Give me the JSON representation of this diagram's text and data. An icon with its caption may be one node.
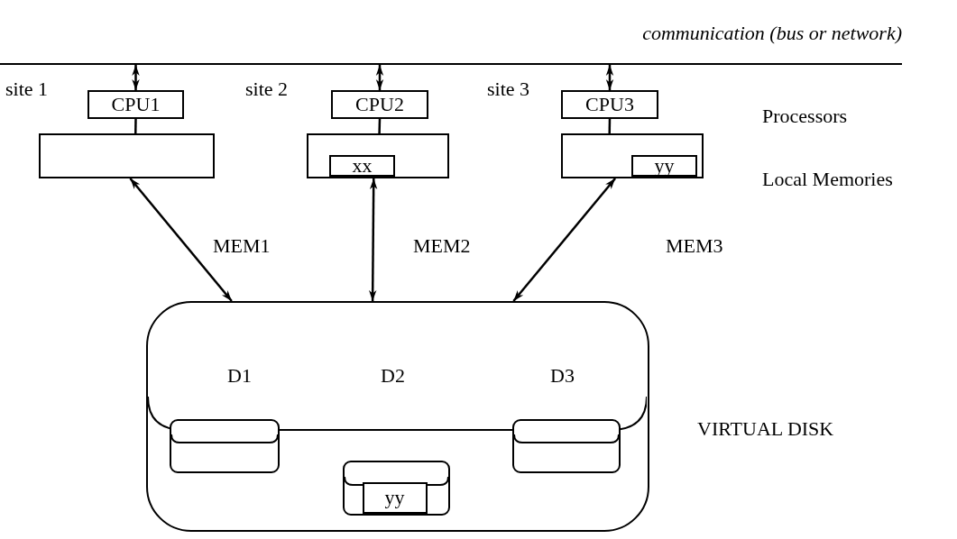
{
  "diagram": {
    "nodes": [
      {
        "text": [
          "communication (bus or network)"
        ]
      },
      {
        "text": [
          "CPU1"
        ]
      },
      {
        "text": [
          "CPU2"
        ]
      },
      {
        "text": [
          "CPU3"
        ]
      },
      {
        "text": [],
        "shape": "box"
      },
      {
        "text": [],
        "shape": "box"
      },
      {
        "text": [
          "xx"
        ],
        "in": 5
      },
      {
        "text": [],
        "shape": "box"
      },
      {
        "text": [
          "yy"
        ],
        "in": 7
      },
      {
        "text": [
          "D1",
          "D2",
          "D3"
        ],
        "beside": [
          "VIRTUAL DISK"
        ]
      },
      {
        "text": [],
        "shape": "cylinder",
        "in": 9
      },
      {
        "text": [],
        "shape": "cylinder",
        "in": 9
      },
      {
        "text": [],
        "shape": "cylinder",
        "in": 9
      },
      {
        "text": [
          "yy"
        ],
        "in": 12
      }
    ],
    "edges": [
      {
        "from": 0,
        "to": 1,
        "arrow": "both"
      },
      {
        "from": 0,
        "to": 2,
        "arrow": "both"
      },
      {
        "from": 0,
        "to": 3,
        "arrow": "both"
      },
      {
        "from": 1,
        "to": 4,
        "arrow": "none"
      },
      {
        "from": 2,
        "to": 5,
        "arrow": "none"
      },
      {
        "from": 3,
        "to": 7,
        "arrow": "none"
      },
      {
        "from": 4,
        "to": 9,
        "arrow": "both",
        "label": "MEM1"
      },
      {
        "from": 5,
        "to": 9,
        "arrow": "both",
        "label": "MEM2"
      },
      {
        "from": 7,
        "to": 9,
        "arrow": "both",
        "label": "MEM3"
      }
    ],
    "labels": [
      "site 1",
      "site 2",
      "site 3",
      "Processors",
      "Local Memories"
    ]
  }
}
